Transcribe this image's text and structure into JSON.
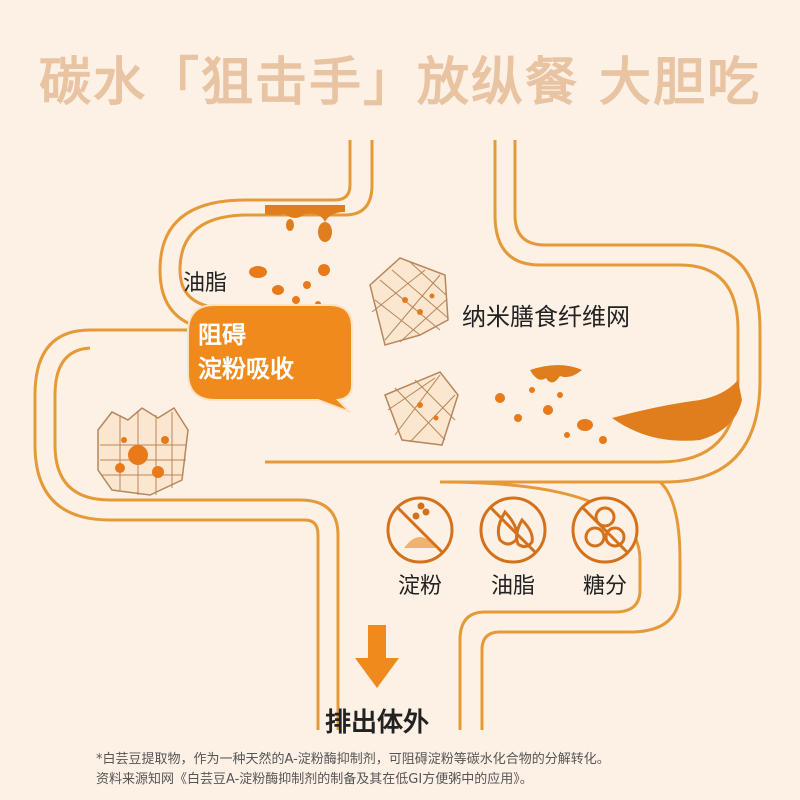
{
  "title": "碳水「狙击手」放纵餐 大胆吃",
  "labels": {
    "fat_in_gut": "油脂",
    "fiber_net": "纳米膳食纤维网",
    "bubble_line1": "阻碍",
    "bubble_line2": "淀粉吸收",
    "exit": "排出体外"
  },
  "blocked_items": [
    {
      "label": "淀粉",
      "icon": "starch-icon"
    },
    {
      "label": "油脂",
      "icon": "oil-drops-icon"
    },
    {
      "label": "糖分",
      "icon": "sugar-cubes-icon"
    }
  ],
  "footnote": {
    "line1": "*白芸豆提取物，作为一种天然的A-淀粉酶抑制剂，可阻碍淀粉等碳水化合物的分解转化。",
    "line2": "资料来源知网《白芸豆A-淀粉酶抑制剂的制备及其在低GI方便粥中的应用》。"
  },
  "colors": {
    "background": "#fdf1e6",
    "tube_outline": "#e59a3a",
    "accent_orange": "#f08a1c",
    "title": "#e8c4a3"
  }
}
